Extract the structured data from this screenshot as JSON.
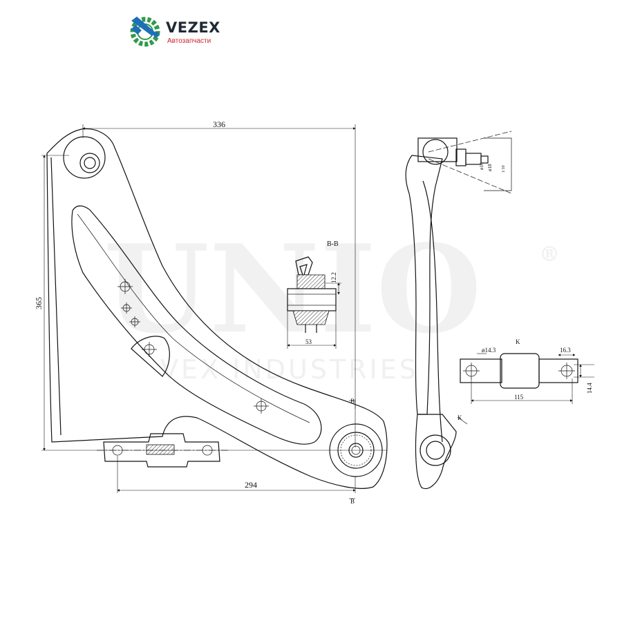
{
  "brand": {
    "name": "VEZEX",
    "tagline": "Автозапчасти"
  },
  "watermark": {
    "main": "UNIO",
    "registered": "®",
    "sub": "VEX INDUSTRIES"
  },
  "dimensions": {
    "top_width": "336",
    "height": "365",
    "bottom_width": "294"
  },
  "section_bb": {
    "title": "B-B",
    "height": "12.2",
    "width": "53"
  },
  "section_markers": {
    "upper": "B",
    "lower": "B"
  },
  "ball_joint": {
    "d1": "ø16",
    "d2": "ø18",
    "d3": "1/10"
  },
  "detail_k": {
    "title": "K",
    "hole_diameter": "ø14.3",
    "right_width": "16.3",
    "length": "115",
    "thickness": "14.4"
  },
  "view_marker": "K"
}
